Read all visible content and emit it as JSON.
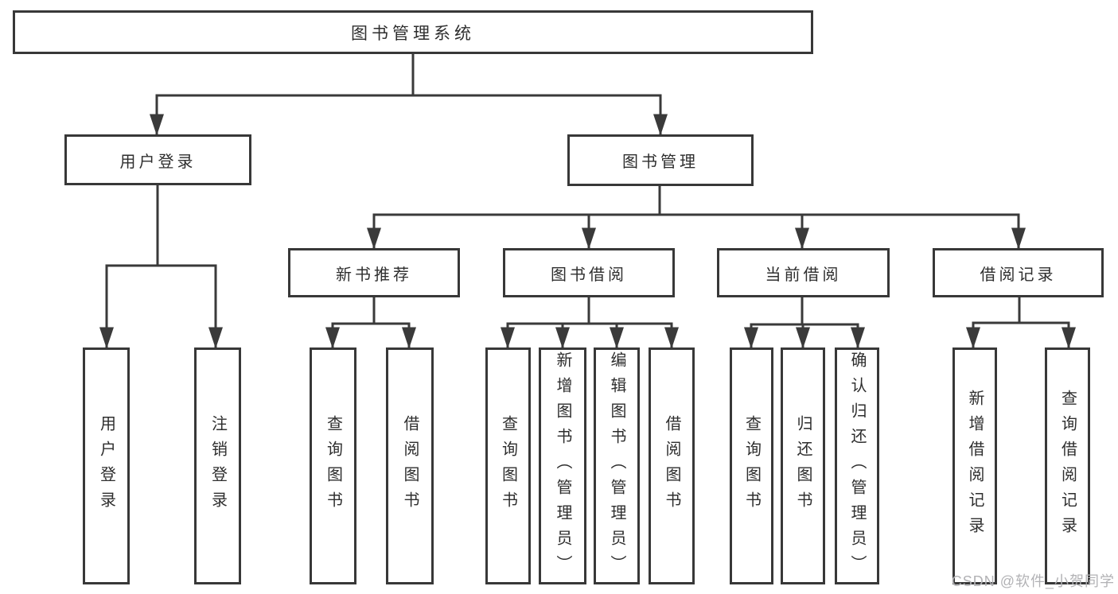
{
  "colors": {
    "line": "#3a3a3a",
    "box_border": "#383838",
    "text": "#2e2e2e",
    "watermark": "#b2b2b5",
    "background": "#ffffff"
  },
  "watermark": {
    "text": "CSDN @软件_小贺同学"
  },
  "tree": {
    "label": "图书管理系统",
    "children": [
      {
        "label": "用户登录",
        "children": [
          {
            "label": "用户登录"
          },
          {
            "label": "注销登录"
          }
        ]
      },
      {
        "label": "图书管理",
        "children": [
          {
            "label": "新书推荐",
            "children": [
              {
                "label": "查询图书"
              },
              {
                "label": "借阅图书"
              }
            ]
          },
          {
            "label": "图书借阅",
            "children": [
              {
                "label": "查询图书"
              },
              {
                "label": "新增图书（管理员）"
              },
              {
                "label": "编辑图书（管理员）"
              },
              {
                "label": "借阅图书"
              }
            ]
          },
          {
            "label": "当前借阅",
            "children": [
              {
                "label": "查询图书"
              },
              {
                "label": "归还图书"
              },
              {
                "label": "确认归还（管理员）"
              }
            ]
          },
          {
            "label": "借阅记录",
            "children": [
              {
                "label": "新增借阅记录"
              },
              {
                "label": "查询借阅记录"
              }
            ]
          }
        ]
      }
    ]
  }
}
